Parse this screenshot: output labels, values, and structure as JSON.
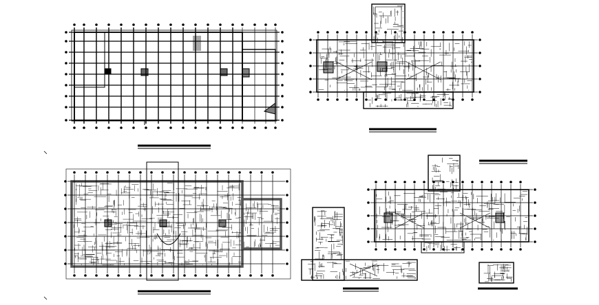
{
  "drawing": {
    "background": "#ffffff",
    "line_color": "#000000",
    "plans": [
      {
        "id": "plan-top-left",
        "description_type": "ground-floor-frame-plan"
      },
      {
        "id": "plan-top-right",
        "description_type": "cross-shaped-floor-plan"
      },
      {
        "id": "plan-bottom-left",
        "description_type": "detailed-floor-plan"
      },
      {
        "id": "plan-bottom-right",
        "description_type": "cross-shaped-upper-floor-plan"
      },
      {
        "id": "plan-bottom-center",
        "description_type": "wing-plan"
      },
      {
        "id": "plan-small-annex",
        "description_type": "annex-plan"
      }
    ]
  }
}
